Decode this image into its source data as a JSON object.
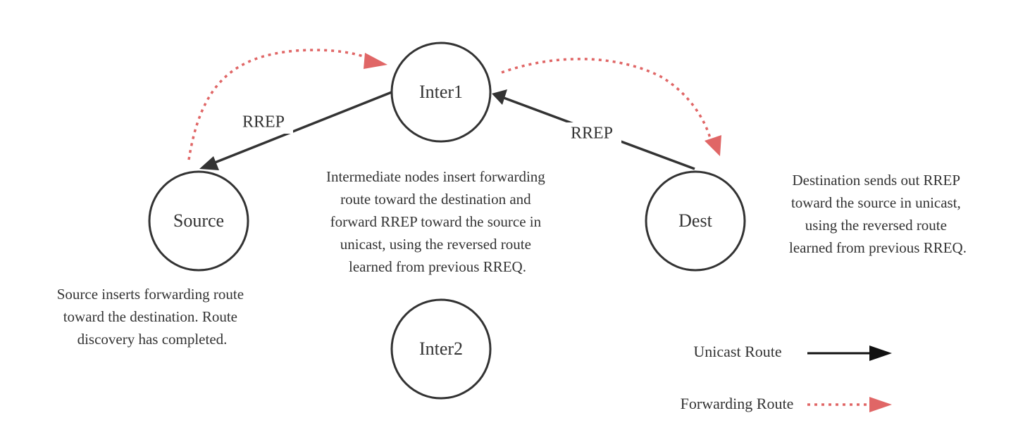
{
  "nodes": {
    "source": "Source",
    "inter1": "Inter1",
    "inter2": "Inter2",
    "dest": "Dest"
  },
  "edges": {
    "inter1_to_source_label": "RREP",
    "dest_to_inter1_label": "RREP"
  },
  "notes": {
    "source": [
      "Source inserts forwarding route",
      "toward the destination. Route",
      "discovery has completed."
    ],
    "intermediate": [
      "Intermediate nodes insert forwarding",
      "route toward the destination and",
      "forward RREP toward the source in",
      "unicast, using the reversed route",
      "learned from previous RREQ."
    ],
    "destination": [
      "Destination sends out RREP",
      "toward the source in unicast,",
      "using the reversed route",
      "learned from previous RREQ."
    ]
  },
  "legend": {
    "unicast": "Unicast Route",
    "forwarding": "Forwarding Route"
  },
  "colors": {
    "unicast": "#333333",
    "forwarding": "#e06666"
  }
}
